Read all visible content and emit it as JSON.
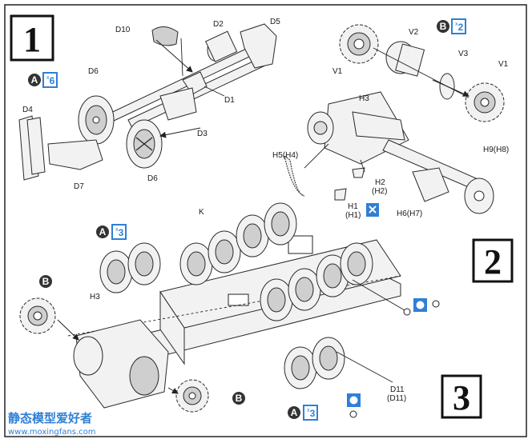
{
  "steps": [
    {
      "number": "1"
    },
    {
      "number": "2"
    },
    {
      "number": "3"
    }
  ],
  "tags": {
    "a": "A",
    "b": "B"
  },
  "counts": {
    "six": "6",
    "two": "2",
    "three": "3"
  },
  "labels": {
    "d1": "D1",
    "d2": "D2",
    "d3": "D3",
    "d4": "D4",
    "d5": "D5",
    "d6a": "D6",
    "d6b": "D6",
    "d7": "D7",
    "d10": "D10",
    "v1a": "V1",
    "v1b": "V1",
    "v2": "V2",
    "v3": "V3",
    "h1": "H1",
    "h1b": "(H1)",
    "h2": "H2",
    "h2b": "(H2)",
    "h3a": "H3",
    "h3b": "H3",
    "h5": "H5(H4)",
    "h6": "H6(H7)",
    "h9": "H9(H8)",
    "k": "K",
    "d11": "D11",
    "d11b": "(D11)"
  },
  "watermark": {
    "name": "静态模型爱好者",
    "url": "www.moxingfans.com"
  },
  "colors": {
    "tag_circle": "#333333",
    "count_box": "#2f7fd6"
  }
}
